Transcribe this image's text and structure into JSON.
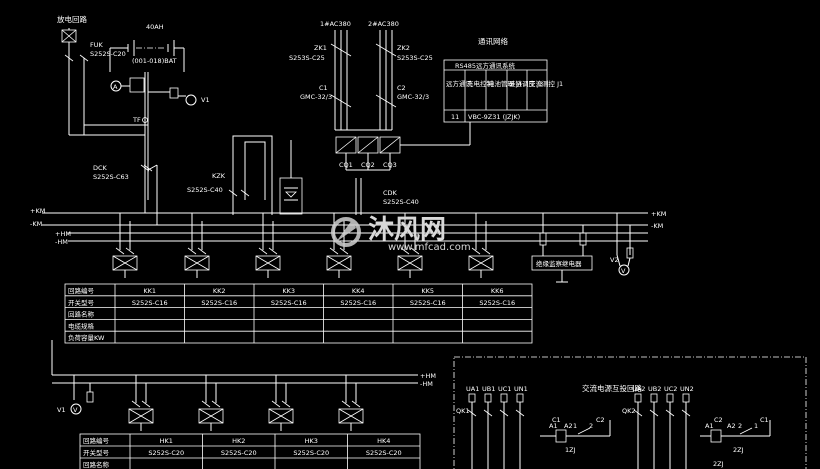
{
  "left_title": "放电回路",
  "fuse_label": "FUK",
  "fuse_model": "S252S-C20",
  "battery_capacity": "40AH",
  "battery_model": "(001-018)BAT",
  "meter_a": "A",
  "meter_v1": "V1",
  "meter_v1_b": "V1",
  "meter_v2": "V2",
  "meter_v": "V",
  "tf_label": "TF",
  "dck_label": "DCK",
  "dck_model": "S252S-C63",
  "kzk_label": "KZK",
  "kzk_model": "S252S-C40",
  "cdk_label": "CDK",
  "cdk_model": "S252S-C40",
  "ac1_label": "1#AC380",
  "ac2_label": "2#AC380",
  "zk1_label": "ZK1",
  "zk1_model": "S253S-C25",
  "zk2_label": "ZK2",
  "zk2_model": "S253S-C25",
  "c1_label": "C1",
  "c1_model": "GMC-32/3",
  "c2_label": "C2",
  "c2_model": "GMC-32/3",
  "cq_labels": [
    "CQ1",
    "CQ2",
    "CQ3"
  ],
  "comm": {
    "title": "通讯网络",
    "system": "RS485远方通讯系统",
    "cells": [
      "远方通讯",
      "充电控制",
      "电池管理 J4",
      "硅链调压 J3",
      "交流测控 J1"
    ],
    "row_left": "11",
    "row_model": "VBC-9Z31 (JZJK)"
  },
  "bus_labels": [
    "+KM",
    "-KM",
    "+HM",
    "-HM"
  ],
  "insulation_monitor": "绝缘监察继电器",
  "watermark_main": "沐风网",
  "watermark_url": "www.mfcad.com",
  "kk_table": {
    "row_headers": [
      "回路编号",
      "开关型号",
      "回路名称",
      "电缆规格",
      "负荷容量KW"
    ],
    "columns": [
      {
        "id": "KK1",
        "model": "S252S-C16"
      },
      {
        "id": "KK2",
        "model": "S252S-C16"
      },
      {
        "id": "KK3",
        "model": "S252S-C16"
      },
      {
        "id": "KK4",
        "model": "S252S-C16"
      },
      {
        "id": "KK5",
        "model": "S252S-C16"
      },
      {
        "id": "KK6",
        "model": "S252S-C16"
      }
    ]
  },
  "hk_table": {
    "row_headers": [
      "回路编号",
      "开关型号",
      "回路名称"
    ],
    "columns": [
      {
        "id": "HK1",
        "model": "S252S-C20"
      },
      {
        "id": "HK2",
        "model": "S252S-C20"
      },
      {
        "id": "HK3",
        "model": "S252S-C20"
      },
      {
        "id": "HK4",
        "model": "S252S-C20"
      }
    ]
  },
  "ac_switch": {
    "title": "交流电源互投回路",
    "left_terms": [
      "UA1",
      "UB1",
      "UC1",
      "UN1"
    ],
    "right_terms": [
      "UA2",
      "UB2",
      "UC2",
      "UN2"
    ],
    "qk1": "QK1",
    "qk2": "QK2",
    "c1": "C1",
    "c2": "C2",
    "a1": "A1",
    "a2": "A2",
    "n1": "1",
    "n2": "2",
    "j1": "1ZJ",
    "j2": "2ZJ",
    "j2b": "2ZJ"
  }
}
